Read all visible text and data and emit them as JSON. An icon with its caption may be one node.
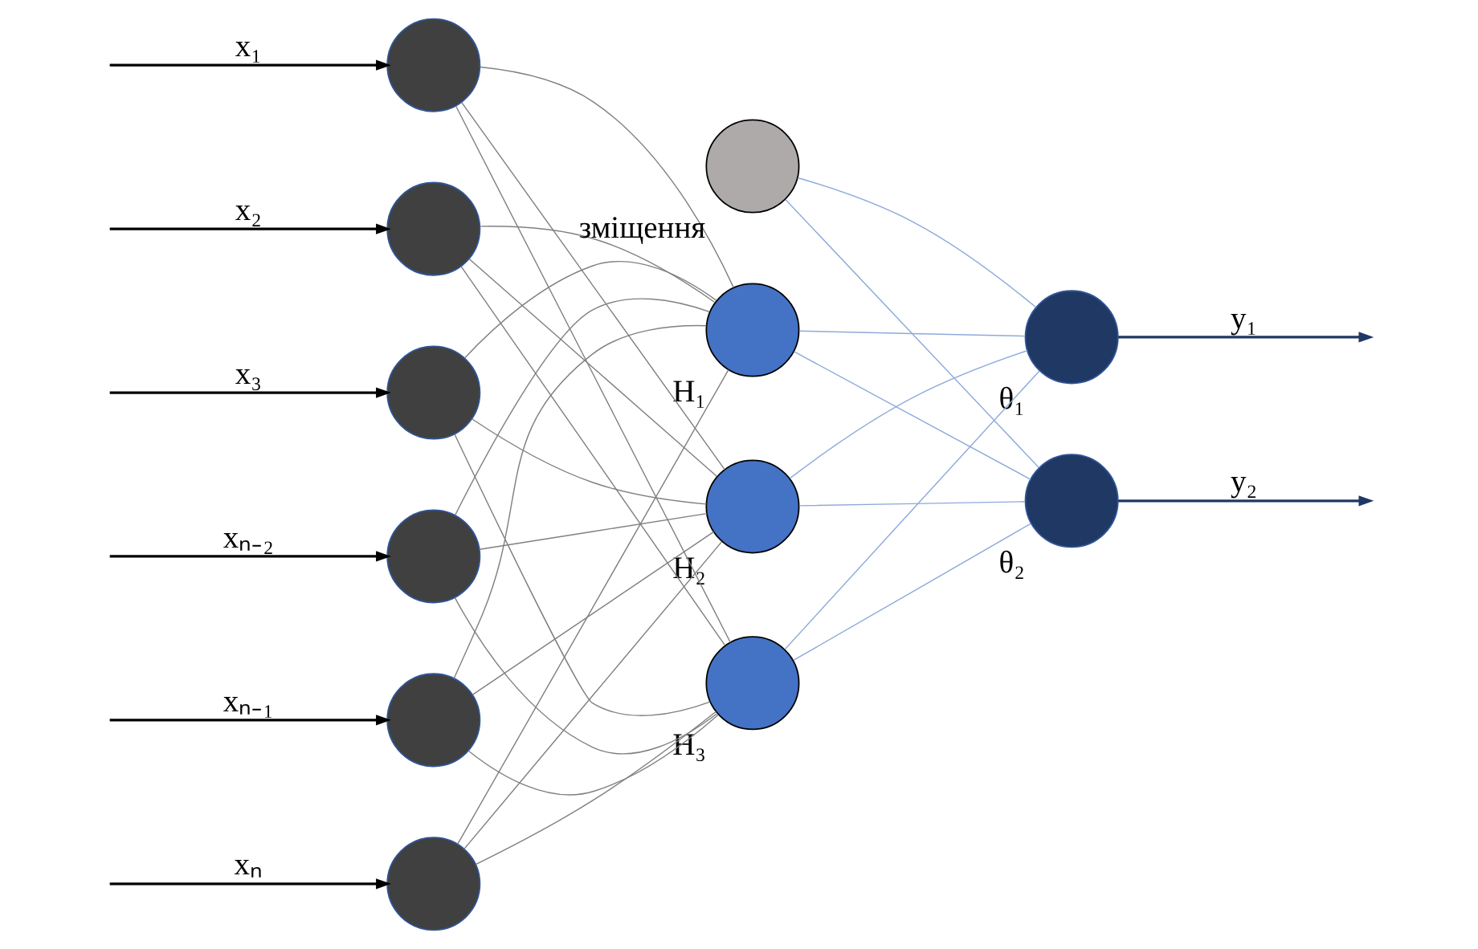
{
  "diagram": {
    "nodes": [
      {
        "text": [],
        "shape": "circle"
      },
      {
        "text": [],
        "shape": "circle"
      },
      {
        "text": [],
        "shape": "circle"
      },
      {
        "text": [],
        "shape": "circle"
      },
      {
        "text": [],
        "shape": "circle"
      },
      {
        "text": [],
        "shape": "circle"
      },
      {
        "text": [
          "зміщення"
        ]
      },
      {
        "text": [
          "H₁"
        ]
      },
      {
        "text": [
          "H₂"
        ]
      },
      {
        "text": [
          "H₃"
        ]
      },
      {
        "text": [
          "θ₁"
        ]
      },
      {
        "text": [
          "θ₂"
        ]
      }
    ],
    "edges": [
      {
        "from": null,
        "to": 0,
        "arrow": "to",
        "label": "x₁",
        "color": "#000000"
      },
      {
        "from": null,
        "to": 1,
        "arrow": "to",
        "label": "x₂",
        "color": "#000000"
      },
      {
        "from": null,
        "to": 2,
        "arrow": "to",
        "label": "x₃",
        "color": "#000000"
      },
      {
        "from": null,
        "to": 3,
        "arrow": "to",
        "label": "xₙ₋₂",
        "color": "#000000"
      },
      {
        "from": null,
        "to": 4,
        "arrow": "to",
        "label": "xₙ₋₁",
        "color": "#000000"
      },
      {
        "from": null,
        "to": 5,
        "arrow": "to",
        "label": "xₙ",
        "color": "#000000"
      },
      {
        "from": 0,
        "to": 7,
        "arrow": "none"
      },
      {
        "from": 0,
        "to": 8,
        "arrow": "none"
      },
      {
        "from": 0,
        "to": 9,
        "arrow": "none"
      },
      {
        "from": 1,
        "to": 7,
        "arrow": "none"
      },
      {
        "from": 1,
        "to": 8,
        "arrow": "none"
      },
      {
        "from": 1,
        "to": 9,
        "arrow": "none"
      },
      {
        "from": 2,
        "to": 7,
        "arrow": "none"
      },
      {
        "from": 2,
        "to": 8,
        "arrow": "none"
      },
      {
        "from": 2,
        "to": 9,
        "arrow": "none"
      },
      {
        "from": 3,
        "to": 7,
        "arrow": "none"
      },
      {
        "from": 3,
        "to": 8,
        "arrow": "none"
      },
      {
        "from": 3,
        "to": 9,
        "arrow": "none"
      },
      {
        "from": 4,
        "to": 7,
        "arrow": "none"
      },
      {
        "from": 4,
        "to": 8,
        "arrow": "none"
      },
      {
        "from": 4,
        "to": 9,
        "arrow": "none"
      },
      {
        "from": 5,
        "to": 7,
        "arrow": "none"
      },
      {
        "from": 5,
        "to": 8,
        "arrow": "none"
      },
      {
        "from": 5,
        "to": 9,
        "arrow": "none"
      },
      {
        "from": 6,
        "to": 10,
        "arrow": "none",
        "color": "#8eaadb"
      },
      {
        "from": 6,
        "to": 11,
        "arrow": "none",
        "color": "#8eaadb"
      },
      {
        "from": 7,
        "to": 10,
        "arrow": "none",
        "color": "#8eaadb"
      },
      {
        "from": 7,
        "to": 11,
        "arrow": "none",
        "color": "#8eaadb"
      },
      {
        "from": 8,
        "to": 10,
        "arrow": "none",
        "color": "#8eaadb"
      },
      {
        "from": 8,
        "to": 11,
        "arrow": "none",
        "color": "#8eaadb"
      },
      {
        "from": 9,
        "to": 10,
        "arrow": "none",
        "color": "#8eaadb"
      },
      {
        "from": 9,
        "to": 11,
        "arrow": "none",
        "color": "#8eaadb"
      },
      {
        "from": 10,
        "to": null,
        "arrow": "to",
        "label": "y₁",
        "color": "#1f3864"
      },
      {
        "from": 11,
        "to": null,
        "arrow": "to",
        "label": "y₂",
        "color": "#1f3864"
      }
    ]
  }
}
